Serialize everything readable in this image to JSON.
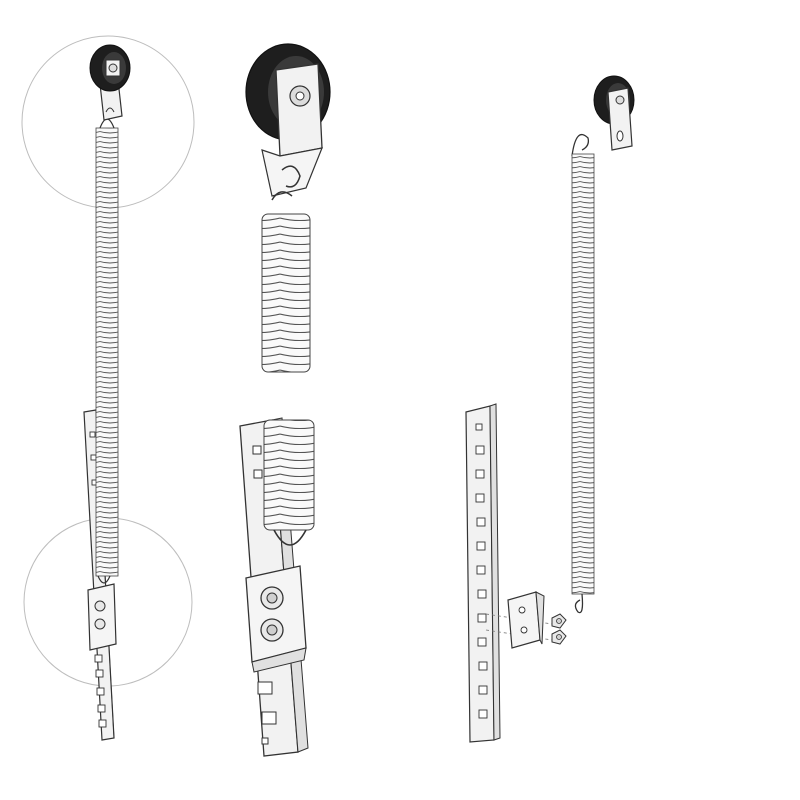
{
  "figure": {
    "views": [
      {
        "id": "assembled-view"
      },
      {
        "id": "detail-view"
      },
      {
        "id": "exploded-view"
      }
    ],
    "parts": [
      "pulley",
      "extension-spring",
      "perforated-track-bracket",
      "spring-clip-bracket",
      "hex-bolt"
    ],
    "colors": {
      "line": "#333333",
      "pulley_fill": "#1e1e1e",
      "metal_fill": "#f2f2f2",
      "shade": "#d9d9d9",
      "callout": "#bdbdbd"
    }
  }
}
